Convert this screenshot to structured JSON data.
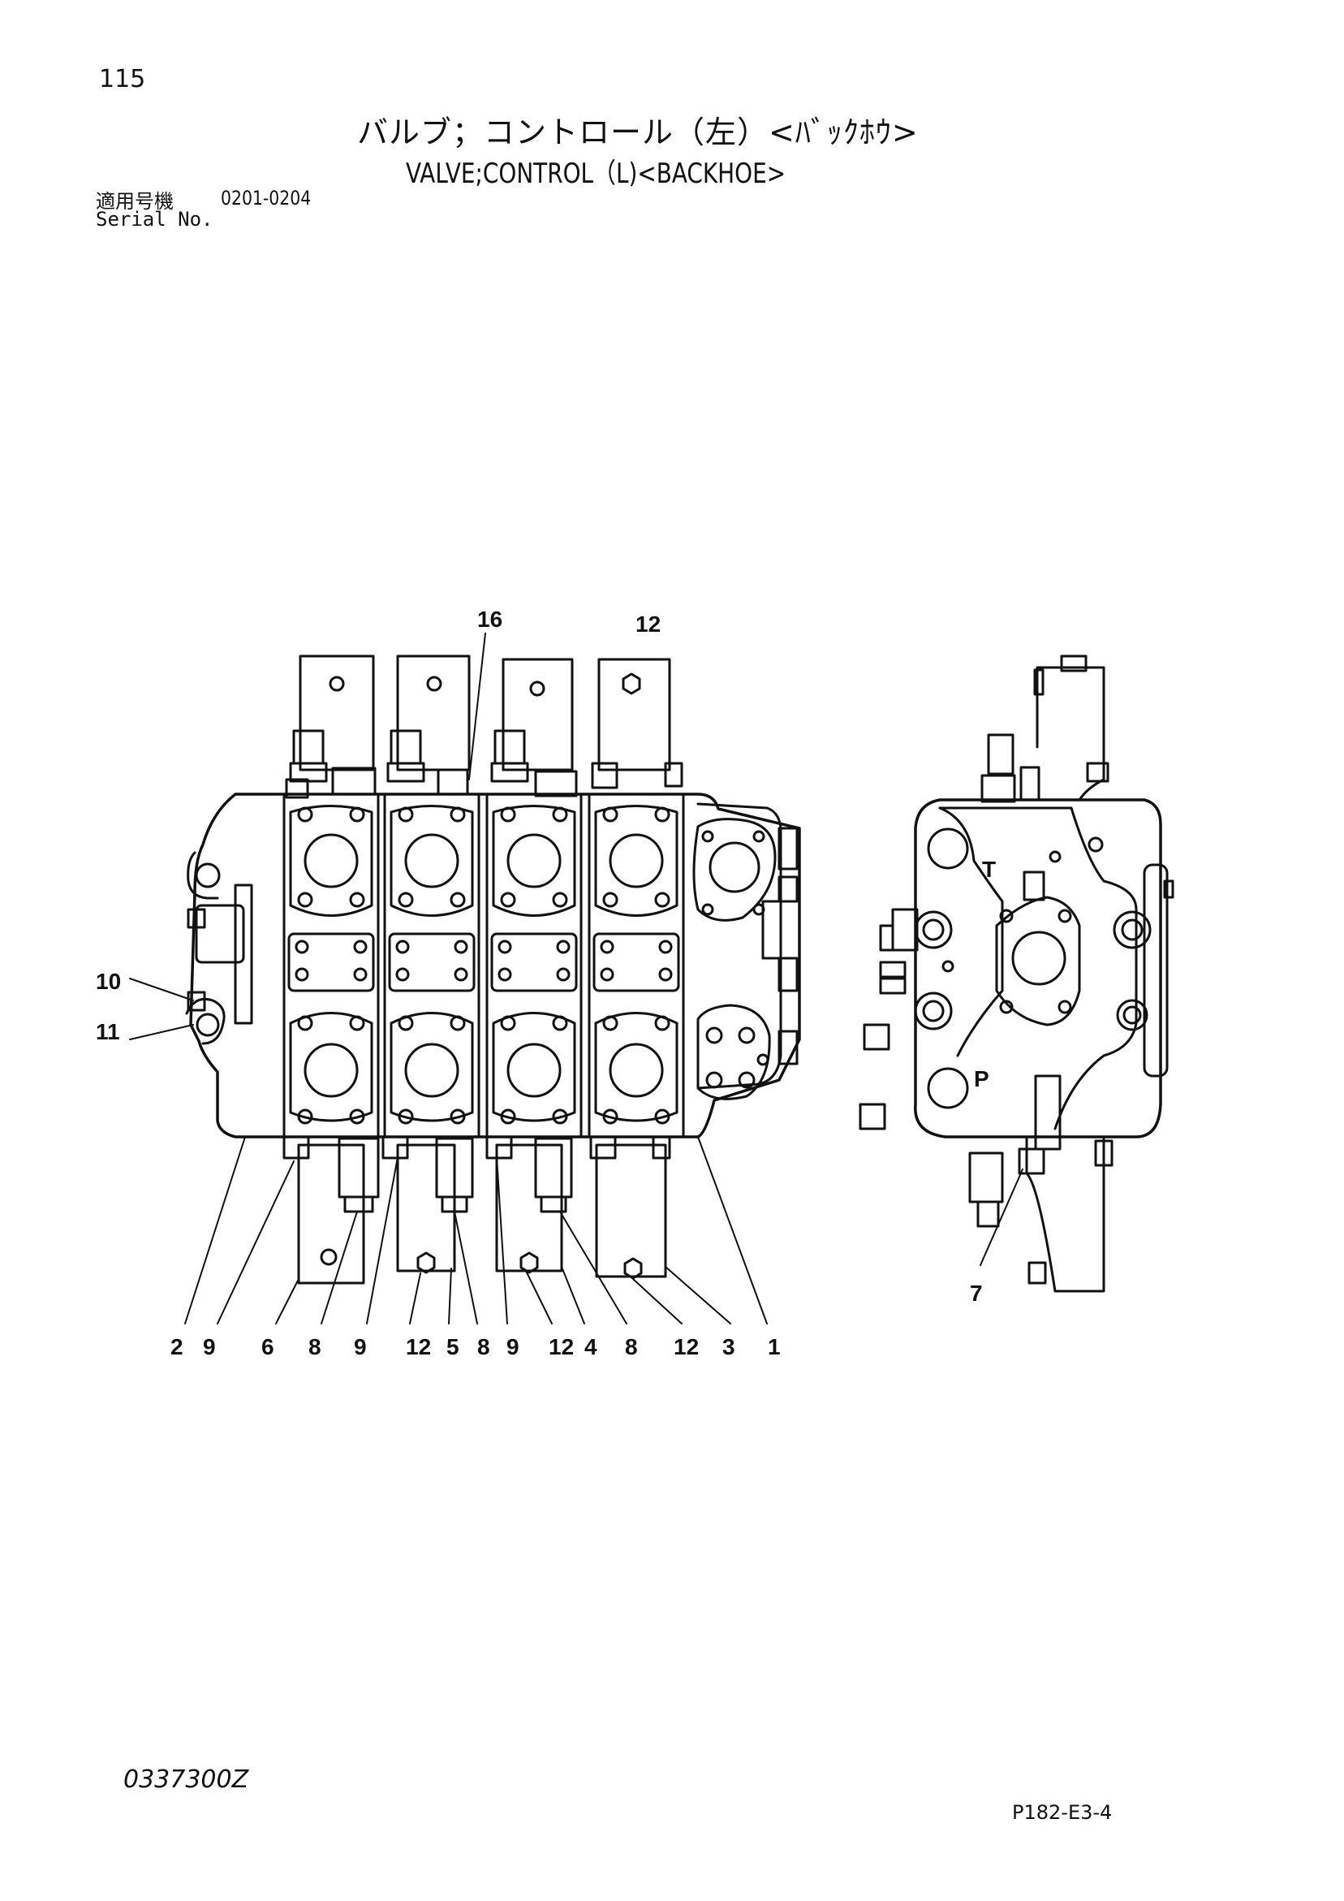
{
  "header": {
    "page_number": "115",
    "title_jp": "バルブ；コントロール（左）<ﾊﾞｯｸﾎｳ>",
    "title_en": "VALVE;CONTROL（L)<BACKHOE>",
    "serial_label_jp": "適用号機",
    "serial_range": "0201-0204",
    "serial_label_en": "Serial No."
  },
  "callouts": {
    "c16": "16",
    "c12_top": "12",
    "c10": "10",
    "c11": "11",
    "c7": "7",
    "bottom": [
      "2",
      "9",
      "6",
      "8",
      "9",
      "12",
      "5",
      "8",
      "9",
      "12",
      "4",
      "8",
      "12",
      "3",
      "1"
    ]
  },
  "port_marks": {
    "t": "T",
    "p": "P"
  },
  "footer": {
    "doc_code": "0337300Z",
    "figure_code": "P182-E3-4"
  }
}
